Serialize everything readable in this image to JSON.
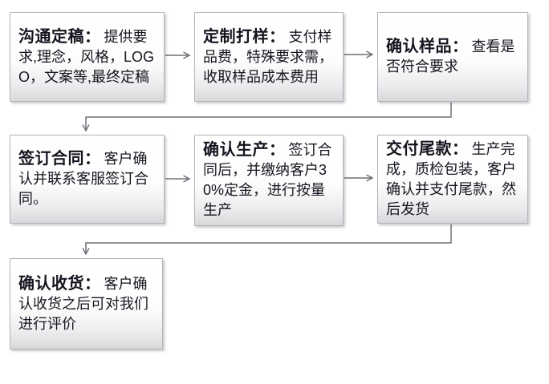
{
  "flowchart": {
    "steps": [
      {
        "id": 1,
        "title": "沟通定稿：",
        "body": "提供要求,理念，风格，LOGO，文案等,最终定稿"
      },
      {
        "id": 2,
        "title": "定制打样：",
        "body": "支付样品费，特殊要求需，收取样品成本费用"
      },
      {
        "id": 3,
        "title": "确认样品：",
        "body": "查看是否符合要求"
      },
      {
        "id": 4,
        "title": "签订合同：",
        "body": "客户确认并联系客服签订合同。"
      },
      {
        "id": 5,
        "title": "确认生产：",
        "body": "签订合同后，并缴纳客户30%定金，进行按量生产"
      },
      {
        "id": 6,
        "title": "交付尾款：",
        "body": "生产完成，质检包装，客户确认并支付尾款，然后发货"
      },
      {
        "id": 7,
        "title": "确认收货：",
        "body": "客户确认收货之后可对我们进行评价"
      }
    ],
    "connections": [
      "step1->step2",
      "step2->step3",
      "step3->step4",
      "step4->step5",
      "step5->step6",
      "step6->step7"
    ]
  },
  "colors": {
    "box_background_top": "#ffffff",
    "box_background_bottom": "#d9d9dc",
    "box_border": "#b2b2ba",
    "connector_line": "#6e6e78",
    "text": "#15151f",
    "page_background": "#ffffff"
  }
}
